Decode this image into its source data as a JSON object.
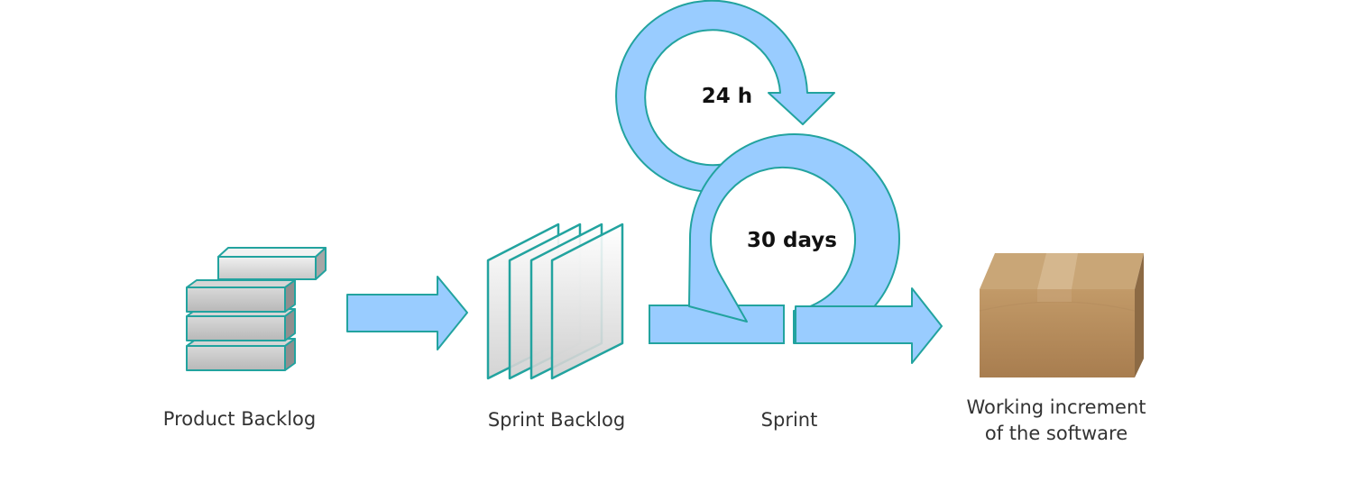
{
  "diagram": {
    "stages": {
      "product_backlog": "Product Backlog",
      "sprint_backlog": "Sprint Backlog",
      "sprint": "Sprint",
      "increment_line1": "Working increment",
      "increment_line2": "of the software"
    },
    "cycles": {
      "daily": "24 h",
      "sprint": "30 days"
    },
    "colors": {
      "arrow_fill": "#99ccff",
      "outline": "#22a39f",
      "block_fill": "#b3b3b3",
      "box_fill": "#b58d5e"
    }
  }
}
